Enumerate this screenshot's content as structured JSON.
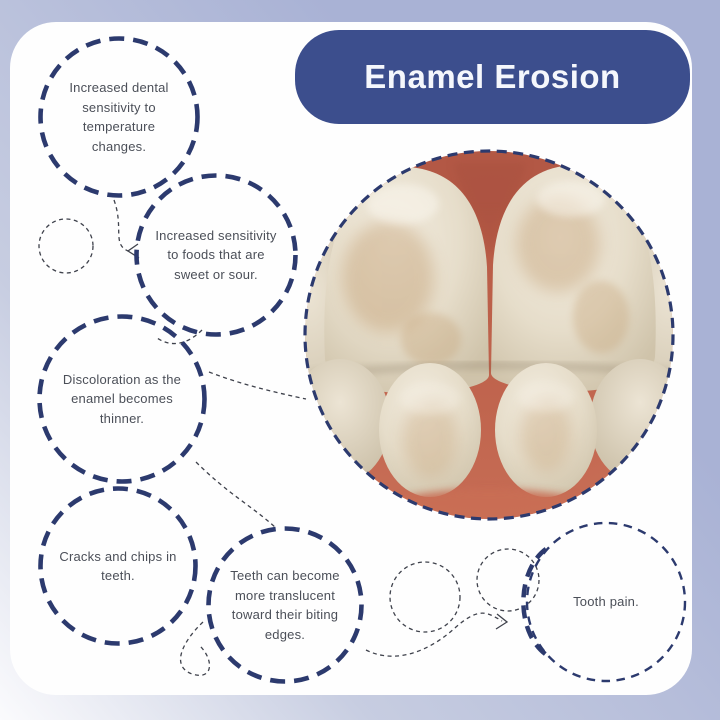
{
  "title": "Enamel Erosion",
  "symptoms": [
    {
      "id": "temperature-sensitivity",
      "text": "Increased dental sensitivity to temperature changes."
    },
    {
      "id": "food-sensitivity",
      "text": "Increased sensitivity to foods that are sweet or sour."
    },
    {
      "id": "discoloration",
      "text": "Discoloration as the enamel becomes thinner."
    },
    {
      "id": "cracks-chips",
      "text": "Cracks and chips in teeth."
    },
    {
      "id": "translucency",
      "text": "Teeth can become more translucent toward their biting edges."
    },
    {
      "id": "tooth-pain",
      "text": "Tooth pain."
    }
  ],
  "image": {
    "description": "close-up illustration of stained, eroded tooth enamel with red gums"
  },
  "colors": {
    "background-lavender": "#a9b2d5",
    "card-white": "#fefefe",
    "banner-blue": "#3c4e8d",
    "title-text": "#f5f7fc",
    "dash-navy": "#2c3a6e",
    "body-text": "#4b4f58",
    "squiggle-gray": "#3f424c",
    "gum-terracotta": "#c1664f",
    "enamel-ivory": "#e9e1d1",
    "stain-tan": "#c09a6a"
  }
}
